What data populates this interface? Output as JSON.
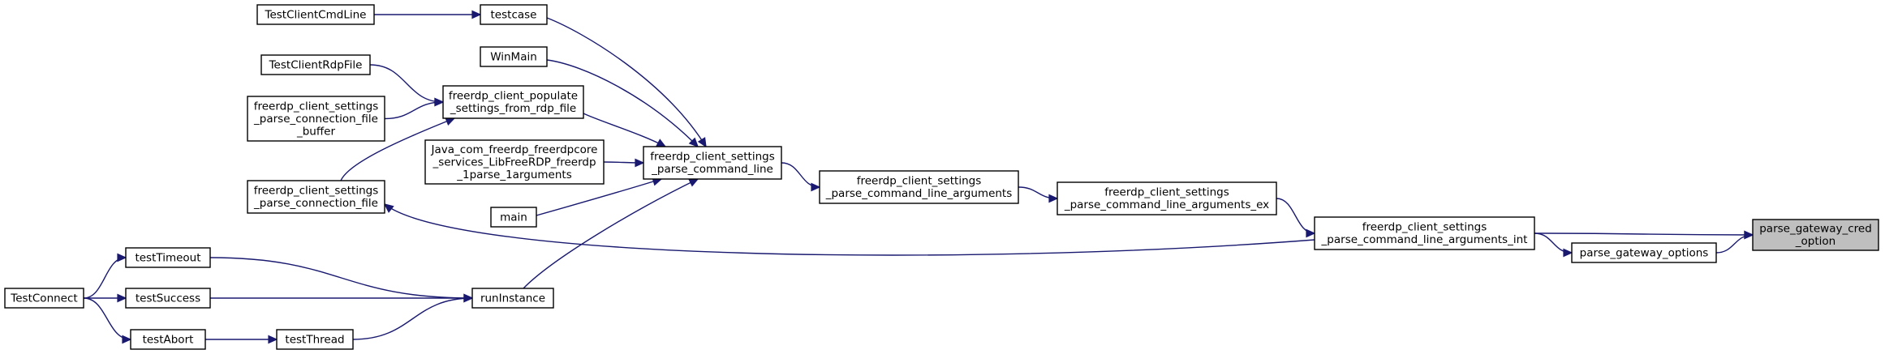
{
  "graph": {
    "title": "",
    "colors": {
      "edge": "#191970",
      "highlight_fill": "#bfbfbf",
      "node_border": "#000000"
    },
    "nodes": [
      {
        "id": "parse_gateway_cred_option",
        "lines": [
          "parse_gateway_cred",
          "_option"
        ],
        "highlight": true
      },
      {
        "id": "parse_gateway_options",
        "lines": [
          "parse_gateway_options"
        ]
      },
      {
        "id": "args_int",
        "lines": [
          "freerdp_client_settings",
          "_parse_command_line_arguments_int"
        ]
      },
      {
        "id": "args_ex",
        "lines": [
          "freerdp_client_settings",
          "_parse_command_line_arguments_ex"
        ]
      },
      {
        "id": "args",
        "lines": [
          "freerdp_client_settings",
          "_parse_command_line_arguments"
        ]
      },
      {
        "id": "cmdline",
        "lines": [
          "freerdp_client_settings",
          "_parse_command_line"
        ]
      },
      {
        "id": "testcase",
        "lines": [
          "testcase"
        ]
      },
      {
        "id": "TestClientCmdLine",
        "lines": [
          "TestClientCmdLine"
        ]
      },
      {
        "id": "WinMain",
        "lines": [
          "WinMain"
        ]
      },
      {
        "id": "populate",
        "lines": [
          "freerdp_client_populate",
          "_settings_from_rdp_file"
        ]
      },
      {
        "id": "TestClientRdpFile",
        "lines": [
          "TestClientRdpFile"
        ]
      },
      {
        "id": "conn_buffer",
        "lines": [
          "freerdp_client_settings",
          "_parse_connection_file",
          "_buffer"
        ]
      },
      {
        "id": "conn_file",
        "lines": [
          "freerdp_client_settings",
          "_parse_connection_file"
        ]
      },
      {
        "id": "java",
        "lines": [
          "Java_com_freerdp_freerdpcore",
          "_services_LibFreeRDP_freerdp",
          "_1parse_1arguments"
        ]
      },
      {
        "id": "main",
        "lines": [
          "main"
        ]
      },
      {
        "id": "runInstance",
        "lines": [
          "runInstance"
        ]
      },
      {
        "id": "testTimeout",
        "lines": [
          "testTimeout"
        ]
      },
      {
        "id": "testSuccess",
        "lines": [
          "testSuccess"
        ]
      },
      {
        "id": "testAbort",
        "lines": [
          "testAbort"
        ]
      },
      {
        "id": "testThread",
        "lines": [
          "testThread"
        ]
      },
      {
        "id": "TestConnect",
        "lines": [
          "TestConnect"
        ]
      }
    ],
    "edges": [
      {
        "from": "parse_gateway_cred_option",
        "to": "parse_gateway_options"
      },
      {
        "from": "parse_gateway_cred_option",
        "to": "args_int"
      },
      {
        "from": "parse_gateway_options",
        "to": "args_int"
      },
      {
        "from": "args_int",
        "to": "args_ex"
      },
      {
        "from": "args_int",
        "to": "conn_file"
      },
      {
        "from": "args_ex",
        "to": "args"
      },
      {
        "from": "args",
        "to": "cmdline"
      },
      {
        "from": "cmdline",
        "to": "testcase"
      },
      {
        "from": "cmdline",
        "to": "WinMain"
      },
      {
        "from": "cmdline",
        "to": "populate"
      },
      {
        "from": "cmdline",
        "to": "java"
      },
      {
        "from": "cmdline",
        "to": "main"
      },
      {
        "from": "cmdline",
        "to": "runInstance"
      },
      {
        "from": "testcase",
        "to": "TestClientCmdLine"
      },
      {
        "from": "populate",
        "to": "TestClientRdpFile"
      },
      {
        "from": "populate",
        "to": "conn_buffer"
      },
      {
        "from": "populate",
        "to": "conn_file"
      },
      {
        "from": "runInstance",
        "to": "testTimeout"
      },
      {
        "from": "runInstance",
        "to": "testSuccess"
      },
      {
        "from": "runInstance",
        "to": "testThread"
      },
      {
        "from": "testTimeout",
        "to": "TestConnect"
      },
      {
        "from": "testSuccess",
        "to": "TestConnect"
      },
      {
        "from": "testThread",
        "to": "testAbort"
      },
      {
        "from": "testAbort",
        "to": "TestConnect"
      }
    ]
  }
}
